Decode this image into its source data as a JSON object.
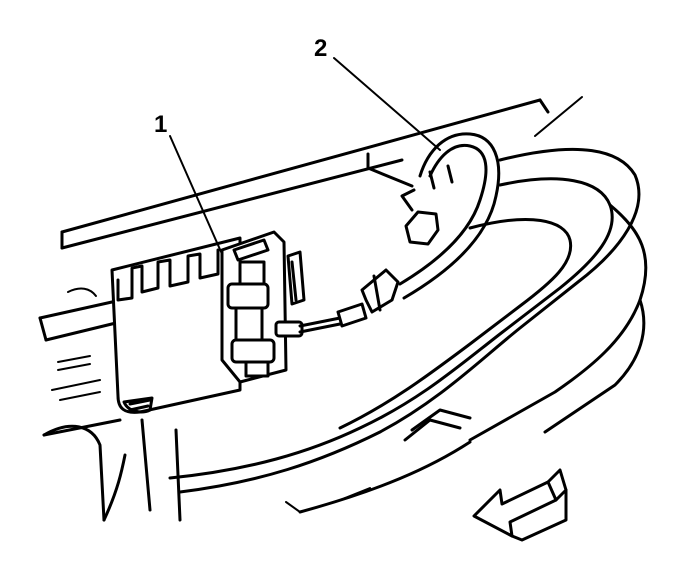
{
  "callouts": [
    {
      "id": "1",
      "label": "1"
    },
    {
      "id": "2",
      "label": "2"
    }
  ],
  "colors": {
    "stroke": "#000000",
    "background": "#ffffff"
  },
  "icons": {
    "direction_arrow": "hollow-arrow-left-icon"
  }
}
